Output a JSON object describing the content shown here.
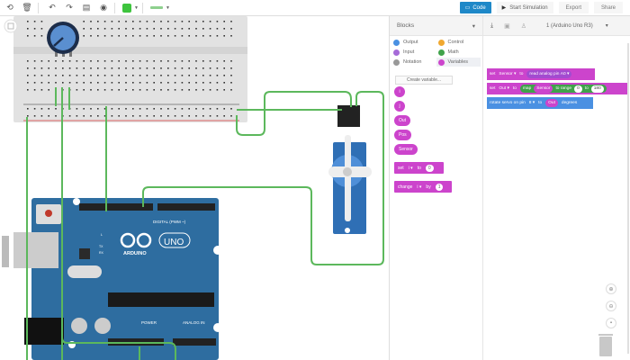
{
  "toolbar": {
    "left_icons": [
      "rotate-icon",
      "delete-icon",
      "undo-icon",
      "redo-icon",
      "notes-icon",
      "view-icon"
    ],
    "wire_color": "#3ec43e",
    "code_label": "Code",
    "start_sim_label": "Start Simulation",
    "export_label": "Export",
    "share_label": "Share"
  },
  "palette": {
    "dropdown": "Blocks",
    "categories": [
      {
        "label": "Output",
        "color": "#4a90e2"
      },
      {
        "label": "Control",
        "color": "#f0a830"
      },
      {
        "label": "Input",
        "color": "#a66bd8"
      },
      {
        "label": "Math",
        "color": "#3fa24a"
      },
      {
        "label": "Notation",
        "color": "#999999"
      },
      {
        "label": "Variables",
        "color": "#cc44cc"
      }
    ],
    "create_variable": "Create variable...",
    "variables": [
      "i",
      "j",
      "Out",
      "Pos",
      "Sensor"
    ],
    "set_block": {
      "kw": "set",
      "var": "i ▾",
      "to": "to",
      "value": "0"
    },
    "change_block": {
      "kw": "change",
      "var": "i ▾",
      "by": "by",
      "value": "1"
    }
  },
  "workspace": {
    "board_select": "1 (Arduino Uno R3)",
    "blocks": [
      {
        "kw": "set",
        "var": "Sensor ▾",
        "to": "to",
        "fn": "read analog pin",
        "pin": "A0 ▾"
      },
      {
        "kw": "set",
        "var": "Out ▾",
        "to": "to",
        "fn": "map",
        "arg": "Sensor",
        "range": "to range",
        "lo": "0",
        "lo_to": "to",
        "hi": "180"
      },
      {
        "kw": "rotate servo on pin",
        "pin": "8 ▾",
        "to": "to",
        "arg": "Out",
        "unit": "degrees"
      }
    ],
    "zoom_in": "zoom-in",
    "zoom_out": "zoom-out",
    "fit": "fit"
  },
  "circuit": {
    "arduino": {
      "brand": "ARDUINO",
      "model": "UNO",
      "digital_label": "DIGITAL (PWM ~)",
      "power_label": "POWER",
      "analog_label": "ANALOG IN",
      "tx": "TX",
      "rx": "RX",
      "l": "L"
    },
    "wire_color": "#4caf50"
  }
}
